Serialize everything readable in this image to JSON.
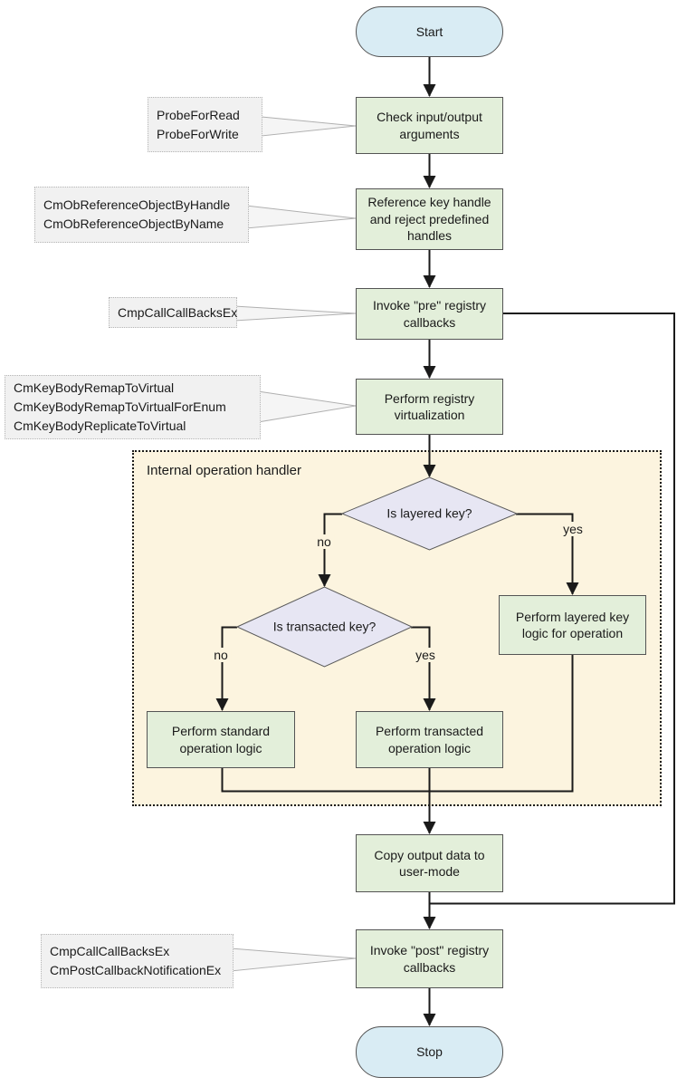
{
  "flowchart": {
    "internal_group_label": "Internal operation handler",
    "nodes": {
      "start": "Start",
      "check_args": "Check input/output arguments",
      "reference_handle": "Reference key handle and reject predefined handles",
      "invoke_pre": "Invoke \"pre\" registry callbacks",
      "virtualization": "Perform registry virtualization",
      "is_layered": "Is layered key?",
      "is_transacted": "Is transacted key?",
      "standard_logic": "Perform standard operation logic",
      "transacted_logic": "Perform transacted operation logic",
      "layered_logic": "Perform layered key logic for operation",
      "copy_output": "Copy output data to user-mode",
      "invoke_post": "Invoke \"post\" registry callbacks",
      "stop": "Stop"
    },
    "edge_labels": {
      "layered_no": "no",
      "layered_yes": "yes",
      "transacted_no": "no",
      "transacted_yes": "yes"
    },
    "annotations": {
      "probe": "ProbeForRead\nProbeForWrite",
      "reference": "CmObReferenceObjectByHandle\nCmObReferenceObjectByName",
      "pre_callbacks": "CmpCallCallBacksEx",
      "virtualization_api": "CmKeyBodyRemapToVirtual\nCmKeyBodyRemapToVirtualForEnum\nCmKeyBodyReplicateToVirtual",
      "post_callbacks": "CmpCallCallBacksEx\nCmPostCallbackNotificationEx"
    },
    "colors": {
      "terminal_fill": "#d9ecf4",
      "process_fill": "#e3efda",
      "decision_fill": "#e7e6f3",
      "group_fill": "#fcf4df",
      "annotation_fill": "#f1f1f1",
      "line": "#1a1a1a"
    }
  }
}
